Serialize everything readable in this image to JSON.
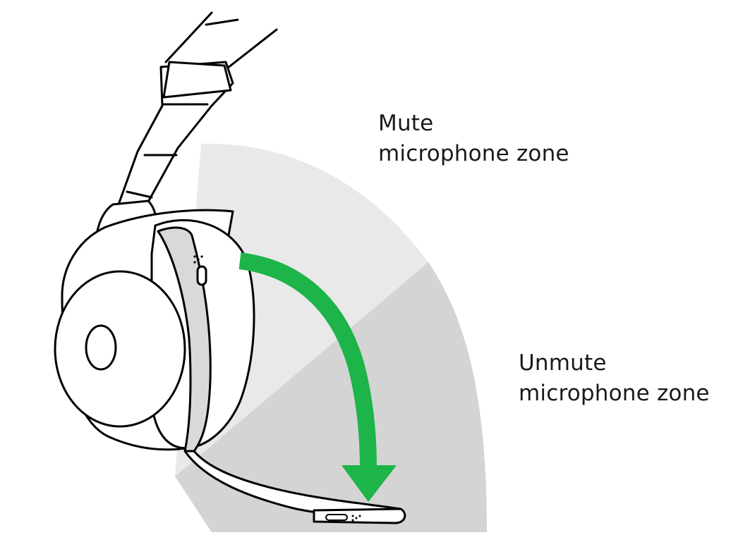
{
  "zones": {
    "mute": {
      "line1": "Mute",
      "line2": "microphone zone",
      "color": "#e9e9e9"
    },
    "unmute": {
      "line1": "Unmute",
      "line2": "microphone zone",
      "color": "#d4d4d4"
    }
  },
  "rotation_arrow": {
    "color": "#1db449",
    "direction": "down"
  },
  "headset": {
    "outline_color": "#000000",
    "fill_color": "#ffffff",
    "boom_arm_color": "#d9d9d9"
  }
}
